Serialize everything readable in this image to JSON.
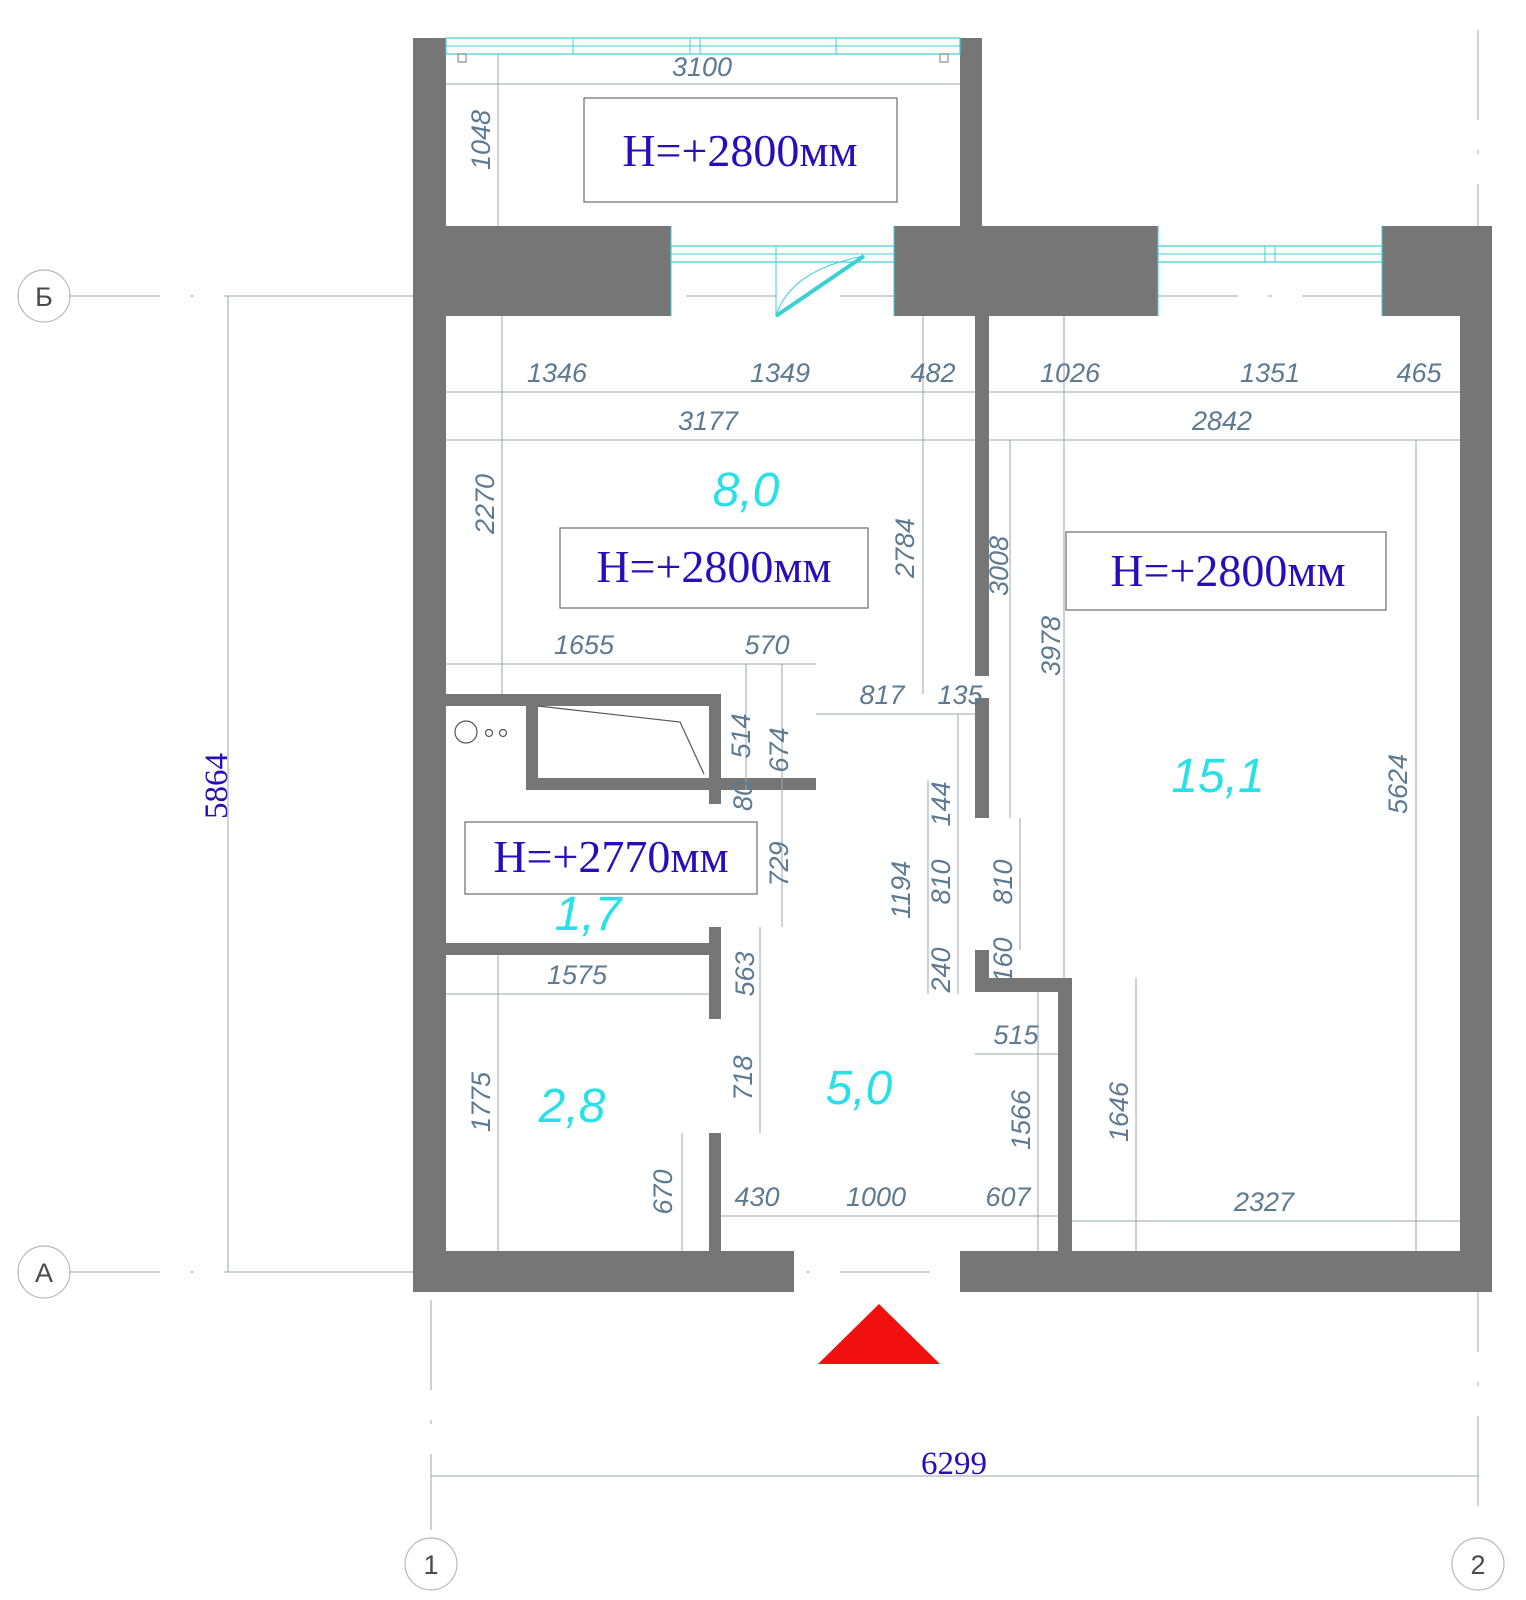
{
  "axes": {
    "rows": [
      "Б",
      "А"
    ],
    "columns": [
      "1",
      "2"
    ]
  },
  "overall": {
    "width": "6299",
    "height": "5864"
  },
  "heights": {
    "balcony": "H=+2800мм",
    "kitchen": "H=+2800мм",
    "living": "H=+2800мм",
    "bathroom": "H=+2770мм"
  },
  "areas": {
    "kitchen": "8,0",
    "living": "15,1",
    "bathroom": "1,7",
    "toilet": "2,8",
    "hall": "5,0"
  },
  "dims": {
    "balcony_width": "3100",
    "balcony_depth": "1048",
    "k_w1": "1346",
    "k_w2": "1349",
    "k_w3": "482",
    "k_total": "3177",
    "k_depth": "2270",
    "k_right": "2784",
    "l_w1": "1026",
    "l_w2": "1351",
    "l_w3": "465",
    "l_total": "2842",
    "l_left1": "3008",
    "l_left2": "3978",
    "l_right": "5624",
    "b_top1": "1655",
    "b_top2": "570",
    "h_817": "817",
    "h_135": "135",
    "v_514": "514",
    "v_674": "674",
    "v_80": "80",
    "v_729": "729",
    "v_1194": "1194",
    "v_144": "144",
    "v_810a": "810",
    "v_810b": "810",
    "v_240": "240",
    "v_160": "160",
    "t_width": "1575",
    "v_563": "563",
    "h_515": "515",
    "t_depth": "1775",
    "v_718": "718",
    "v_1566": "1566",
    "v_1646": "1646",
    "v_670": "670",
    "b_430": "430",
    "b_1000": "1000",
    "b_607": "607",
    "b_2327": "2327"
  }
}
